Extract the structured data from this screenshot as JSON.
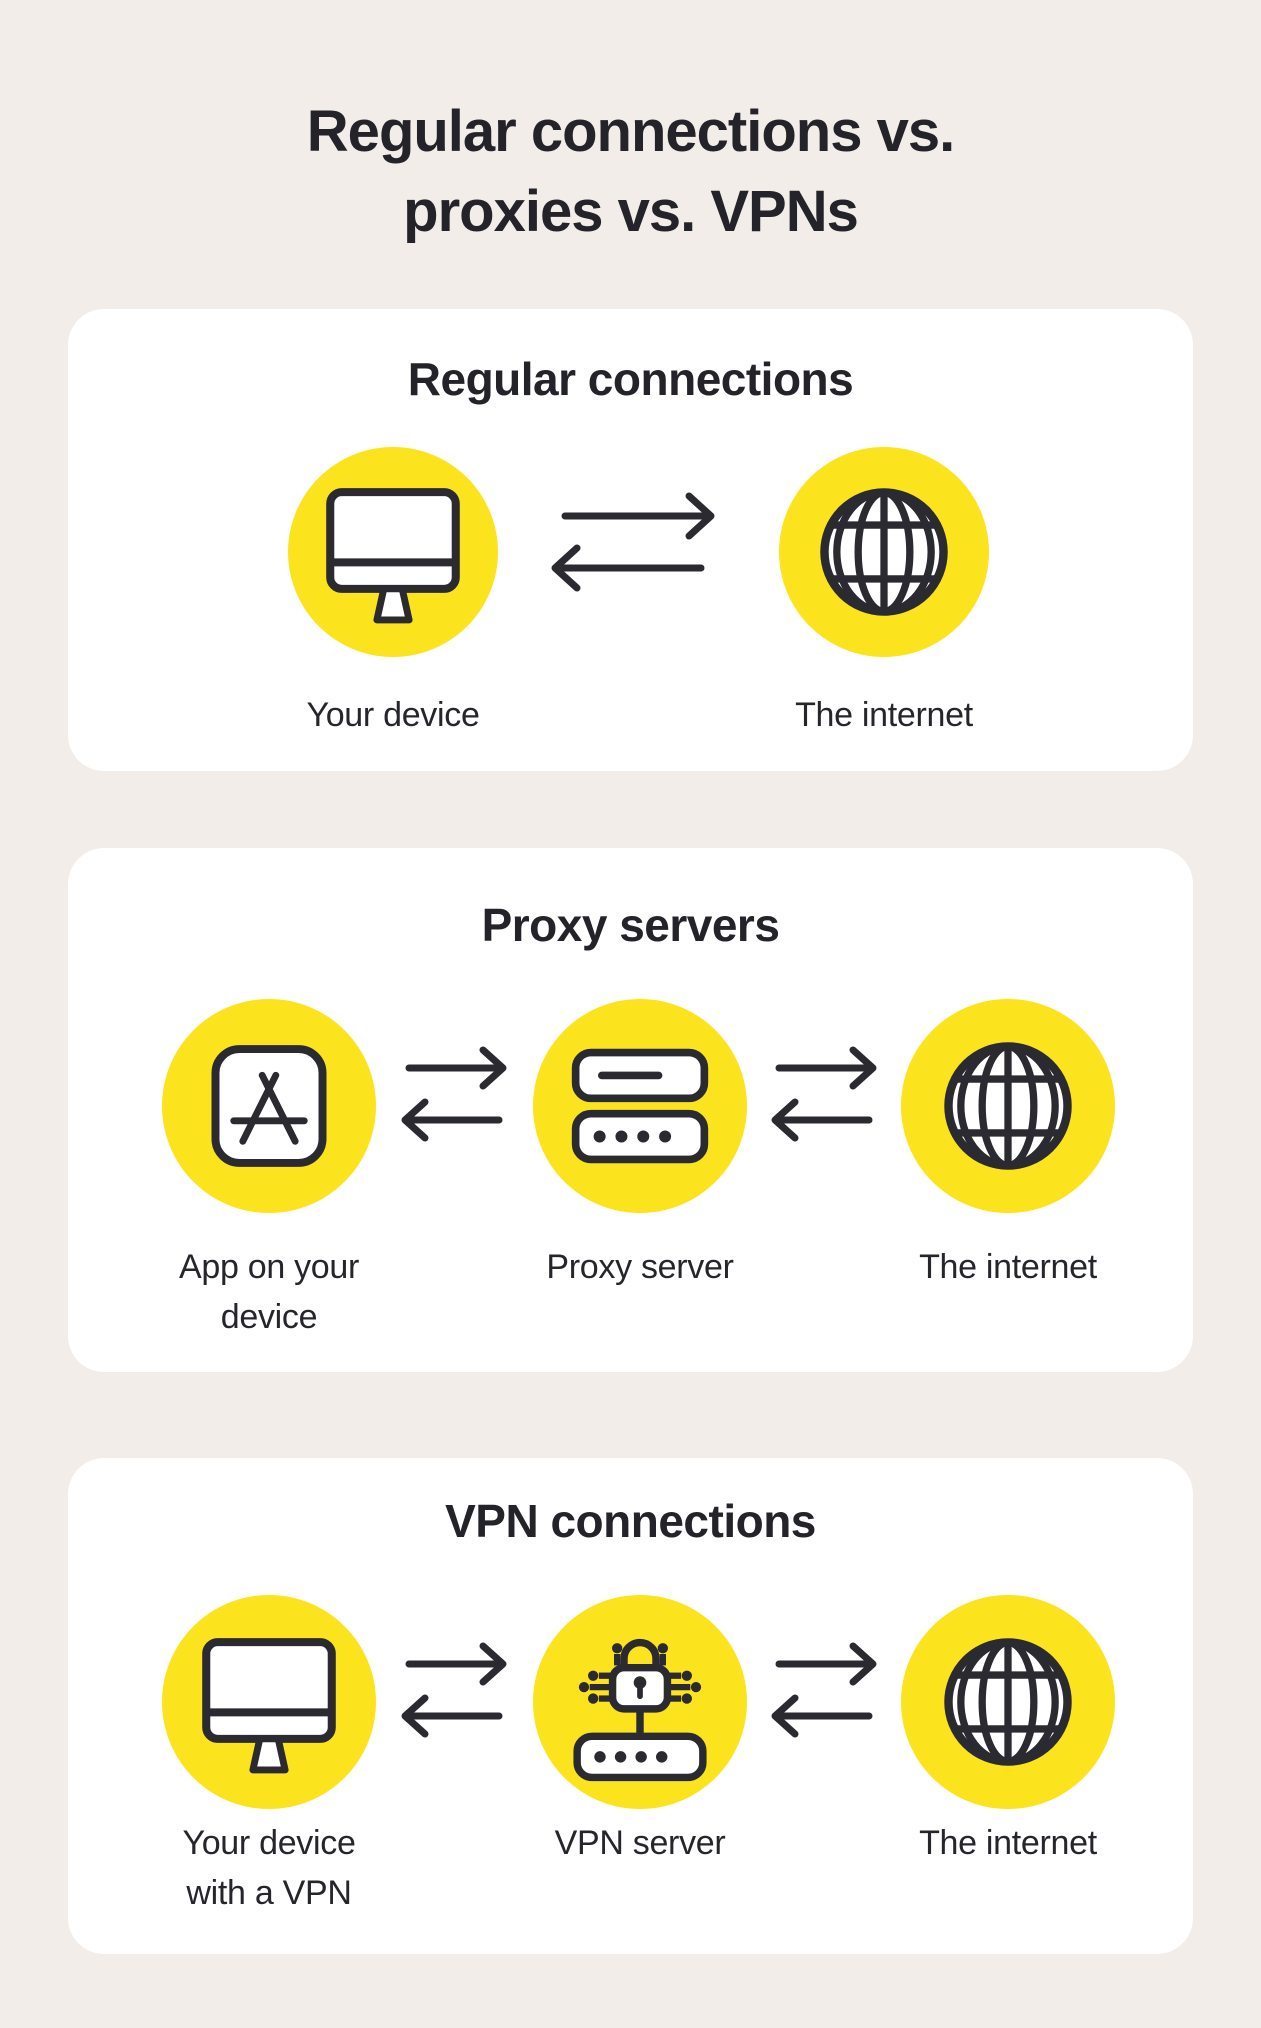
{
  "title": {
    "line1": "Regular connections vs.",
    "line2": "proxies vs. VPNs"
  },
  "sections": [
    {
      "heading": "Regular connections",
      "connector": "two-way-arrows",
      "nodes": [
        {
          "icon": "monitor-icon",
          "label": "Your device"
        },
        {
          "icon": "globe-icon",
          "label": "The internet"
        }
      ]
    },
    {
      "heading": "Proxy servers",
      "connector": "two-way-arrows",
      "nodes": [
        {
          "icon": "app-icon",
          "label": "App on your\ndevice"
        },
        {
          "icon": "proxy-server-icon",
          "label": "Proxy server"
        },
        {
          "icon": "globe-icon",
          "label": "The internet"
        }
      ]
    },
    {
      "heading": "VPN connections",
      "connector": "two-way-arrows",
      "nodes": [
        {
          "icon": "monitor-icon",
          "label": "Your device\nwith a VPN"
        },
        {
          "icon": "vpn-server-icon",
          "label": "VPN server"
        },
        {
          "icon": "globe-icon",
          "label": "The internet"
        }
      ]
    }
  ],
  "colors": {
    "background": "#F2EDE9",
    "card": "#FFFFFF",
    "accent_yellow": "#FBE41E",
    "ink": "#2B2A30",
    "text": "#26252B"
  }
}
